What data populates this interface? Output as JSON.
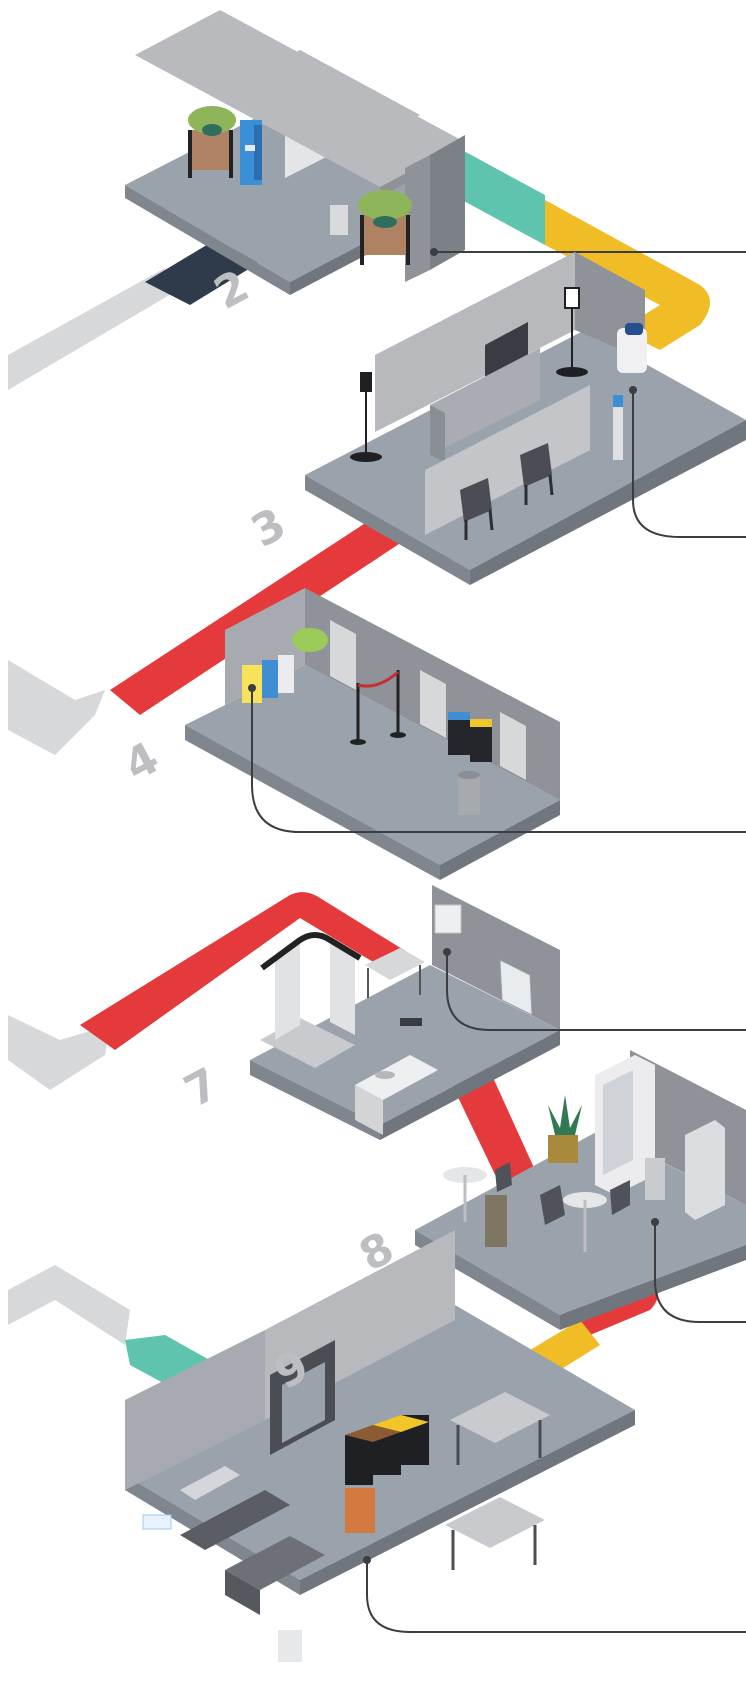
{
  "steps": [
    {
      "number": "2"
    },
    {
      "number": "3"
    },
    {
      "number": "4"
    },
    {
      "number": "7"
    },
    {
      "number": "8"
    },
    {
      "number": "9"
    }
  ],
  "colors": {
    "background": "#ffffff",
    "floor": "#9aa3ab",
    "floor_edge": "#7f868d",
    "wall": "#b7b9bd",
    "wall_dark": "#8f9399",
    "arrow_grey": "#d7d8da",
    "arrow_navy": "#2f3b4b",
    "arrow_teal": "#5fc4ad",
    "arrow_yellow": "#f1bd26",
    "arrow_red": "#e43a3c",
    "leader_line": "#3b3d40",
    "step_number": "#bdbec1"
  }
}
